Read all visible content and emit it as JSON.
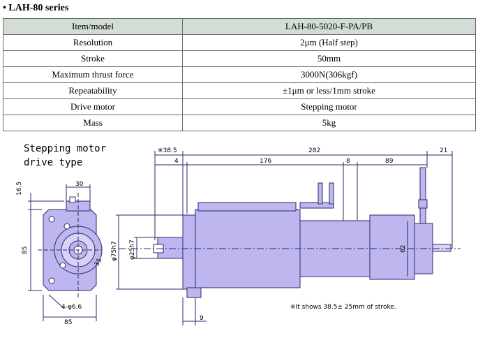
{
  "heading": "• LAH-80 series",
  "table": {
    "header": {
      "key": "Item/model",
      "value": "LAH-80-5020-F-PA/PB"
    },
    "rows": [
      {
        "key": "Resolution",
        "value": "2μm (Half step)"
      },
      {
        "key": "Stroke",
        "value": "50mm"
      },
      {
        "key": "Maximum thrust force",
        "value": "3000N(306kgf)"
      },
      {
        "key": "Repeatability",
        "value": "±1μm or less/1mm stroke"
      },
      {
        "key": "Drive motor",
        "value": "Stepping motor"
      },
      {
        "key": "Mass",
        "value": "5kg"
      }
    ]
  },
  "drawing": {
    "title_line1": "Stepping motor",
    "title_line2": "drive type",
    "note": "※It shows 38.5± 25mm of stroke.",
    "colors": {
      "body": "#bdb6ef",
      "outline": "#2a2a6a",
      "header_row": "#d2ddd6"
    },
    "dims": {
      "d1": "※38.5",
      "d2": "282",
      "d3": "21",
      "d4": "4",
      "d5": "176",
      "d6": "8",
      "d7": "89",
      "d8": "62",
      "d9": "φ75h7",
      "d10": "φ25h7",
      "d11": "9",
      "d12": "16.5",
      "d13": "30",
      "d14": "85",
      "d15": "4-φ6.6",
      "d16": "85",
      "d17": "35"
    }
  }
}
